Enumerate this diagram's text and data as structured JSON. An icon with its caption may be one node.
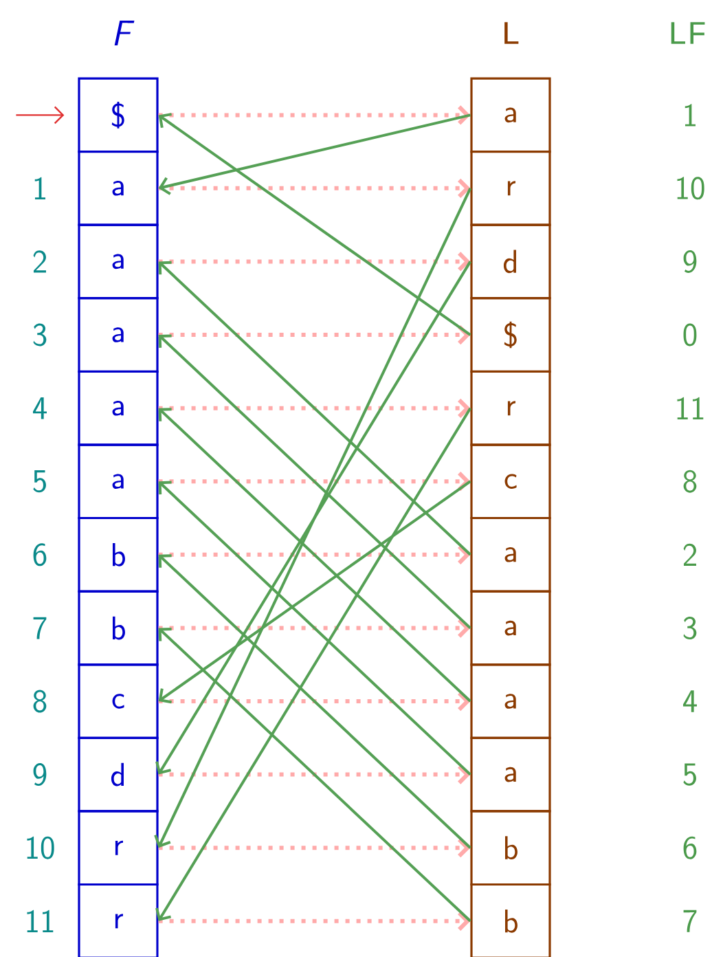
{
  "diagram": {
    "nodes": [
      {
        "text": [
          "$"
        ]
      },
      {
        "text": [
          "a"
        ]
      },
      {
        "text": [
          "a"
        ]
      },
      {
        "text": [
          "a"
        ]
      },
      {
        "text": [
          "a"
        ]
      },
      {
        "text": [
          "a"
        ]
      },
      {
        "text": [
          "b"
        ]
      },
      {
        "text": [
          "b"
        ]
      },
      {
        "text": [
          "c"
        ]
      },
      {
        "text": [
          "d"
        ]
      },
      {
        "text": [
          "r"
        ]
      },
      {
        "text": [
          "r"
        ]
      },
      {
        "text": [
          "a"
        ]
      },
      {
        "text": [
          "r"
        ]
      },
      {
        "text": [
          "d"
        ]
      },
      {
        "text": [
          "$"
        ]
      },
      {
        "text": [
          "r"
        ]
      },
      {
        "text": [
          "c"
        ]
      },
      {
        "text": [
          "a"
        ]
      },
      {
        "text": [
          "a"
        ]
      },
      {
        "text": [
          "a"
        ]
      },
      {
        "text": [
          "a"
        ]
      },
      {
        "text": [
          "b"
        ]
      },
      {
        "text": [
          "b"
        ]
      }
    ],
    "edges": [
      {
        "from": 0,
        "to": 12,
        "arrow": "to",
        "style": "dashed",
        "color": "#ffaaaa"
      },
      {
        "from": 1,
        "to": 13,
        "arrow": "to",
        "style": "dashed",
        "color": "#ffaaaa"
      },
      {
        "from": 2,
        "to": 14,
        "arrow": "to",
        "style": "dashed",
        "color": "#ffaaaa"
      },
      {
        "from": 3,
        "to": 15,
        "arrow": "to",
        "style": "dashed",
        "color": "#ffaaaa"
      },
      {
        "from": 4,
        "to": 16,
        "arrow": "to",
        "style": "dashed",
        "color": "#ffaaaa"
      },
      {
        "from": 5,
        "to": 17,
        "arrow": "to",
        "style": "dashed",
        "color": "#ffaaaa"
      },
      {
        "from": 6,
        "to": 18,
        "arrow": "to",
        "style": "dashed",
        "color": "#ffaaaa"
      },
      {
        "from": 7,
        "to": 19,
        "arrow": "to",
        "style": "dashed",
        "color": "#ffaaaa"
      },
      {
        "from": 8,
        "to": 20,
        "arrow": "to",
        "style": "dashed",
        "color": "#ffaaaa"
      },
      {
        "from": 9,
        "to": 21,
        "arrow": "to",
        "style": "dashed",
        "color": "#ffaaaa"
      },
      {
        "from": 10,
        "to": 22,
        "arrow": "to",
        "style": "dashed",
        "color": "#ffaaaa"
      },
      {
        "from": 11,
        "to": 23,
        "arrow": "to",
        "style": "dashed",
        "color": "#ffaaaa"
      },
      {
        "from": 12,
        "to": 1,
        "arrow": "to",
        "color": "#55a055"
      },
      {
        "from": 13,
        "to": 10,
        "arrow": "to",
        "color": "#55a055"
      },
      {
        "from": 14,
        "to": 9,
        "arrow": "to",
        "color": "#55a055"
      },
      {
        "from": 15,
        "to": 0,
        "arrow": "to",
        "color": "#55a055"
      },
      {
        "from": 16,
        "to": 11,
        "arrow": "to",
        "color": "#55a055"
      },
      {
        "from": 17,
        "to": 8,
        "arrow": "to",
        "color": "#55a055"
      },
      {
        "from": 18,
        "to": 2,
        "arrow": "to",
        "color": "#55a055"
      },
      {
        "from": 19,
        "to": 3,
        "arrow": "to",
        "color": "#55a055"
      },
      {
        "from": 20,
        "to": 4,
        "arrow": "to",
        "color": "#55a055"
      },
      {
        "from": 21,
        "to": 5,
        "arrow": "to",
        "color": "#55a055"
      },
      {
        "from": 22,
        "to": 6,
        "arrow": "to",
        "color": "#55a055"
      },
      {
        "from": 23,
        "to": 7,
        "arrow": "to",
        "color": "#55a055"
      },
      {
        "from": null,
        "to": 0,
        "arrow": "to",
        "color": "#e03030"
      }
    ],
    "labels": [
      "F",
      "L",
      "LF",
      "1",
      "1",
      "10",
      "2",
      "9",
      "3",
      "0",
      "4",
      "11",
      "5",
      "8",
      "6",
      "2",
      "7",
      "3",
      "8",
      "4",
      "9",
      "5",
      "10",
      "6",
      "11",
      "7"
    ]
  }
}
